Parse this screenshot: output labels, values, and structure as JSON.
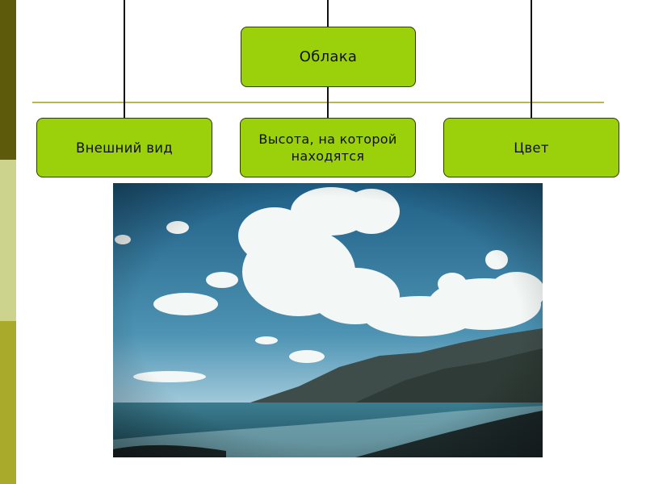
{
  "diagram": {
    "root": {
      "label": "Облака"
    },
    "children": [
      {
        "label": "Внешний вид"
      },
      {
        "label": "Высота, на которой находятся"
      },
      {
        "label": "Цвет"
      }
    ]
  },
  "colors": {
    "node_fill": "#9bd10a",
    "node_border": "#2c3a05",
    "band_dark": "#5e5a0c",
    "band_light": "#cbd38d",
    "band_mid": "#a9aa2c",
    "rule": "#b9b454"
  },
  "photo": {
    "subject": "clouds over sea and mountains"
  }
}
